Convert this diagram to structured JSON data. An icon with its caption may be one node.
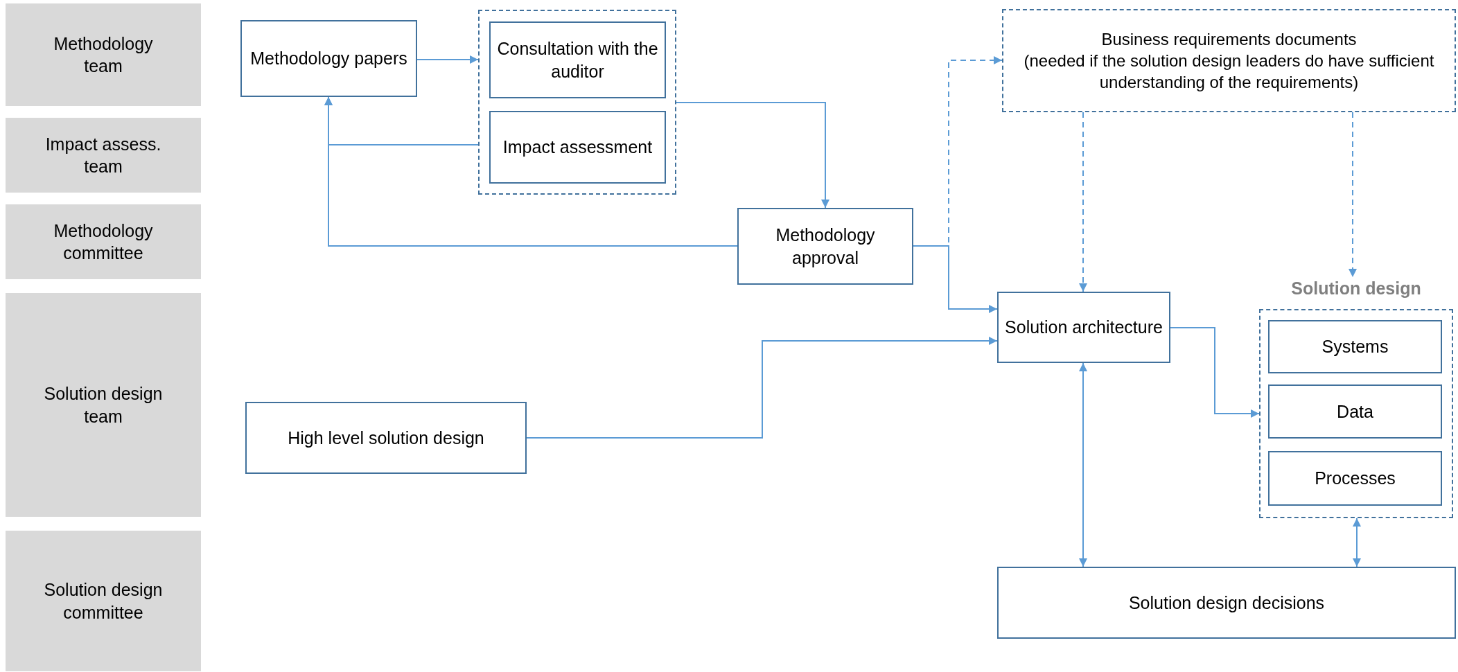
{
  "diagram": {
    "nodes": [
      {
        "text": [
          "Methodology team"
        ]
      },
      {
        "text": [
          "Impact assess. team"
        ]
      },
      {
        "text": [
          "Methodology committee"
        ]
      },
      {
        "text": [
          "Solution design team"
        ]
      },
      {
        "text": [
          "Solution design committee"
        ]
      },
      {
        "text": [
          "Methodology papers"
        ]
      },
      {
        "text": [],
        "shape": "box"
      },
      {
        "text": [
          "Consultation with the auditor"
        ],
        "in": 6
      },
      {
        "text": [
          "Impact assessment"
        ],
        "in": 6
      },
      {
        "text": [
          "Methodology approval"
        ]
      },
      {
        "text": [
          "Business requirements documents",
          "(needed if the solution design leaders do have sufficient understanding of the requirements)"
        ]
      },
      {
        "text": [
          "Solution architecture"
        ]
      },
      {
        "text": [
          "Solution design"
        ]
      },
      {
        "text": [
          "Systems"
        ],
        "in": 12
      },
      {
        "text": [
          "Data"
        ],
        "in": 12
      },
      {
        "text": [
          "Processes"
        ],
        "in": 12
      },
      {
        "text": [
          "High level solution design"
        ]
      },
      {
        "text": [
          "Solution design decisions"
        ]
      }
    ],
    "edges": [
      {
        "from": 5,
        "to": 6,
        "arrow": "to"
      },
      {
        "from": 6,
        "to": 5,
        "arrow": "to"
      },
      {
        "from": 6,
        "to": 9,
        "arrow": "to"
      },
      {
        "from": 9,
        "to": 5,
        "arrow": "to"
      },
      {
        "from": 9,
        "to": 11,
        "arrow": "to"
      },
      {
        "from": 9,
        "to": 10,
        "arrow": "to",
        "style": "dashed"
      },
      {
        "from": 10,
        "to": 11,
        "arrow": "to",
        "style": "dashed"
      },
      {
        "from": 10,
        "to": 12,
        "arrow": "to",
        "style": "dashed"
      },
      {
        "from": 16,
        "to": 11,
        "arrow": "to"
      },
      {
        "from": 11,
        "to": 12,
        "arrow": "to"
      },
      {
        "from": 11,
        "to": 17,
        "arrow": "both"
      },
      {
        "from": 12,
        "to": 17,
        "arrow": "both"
      }
    ]
  }
}
